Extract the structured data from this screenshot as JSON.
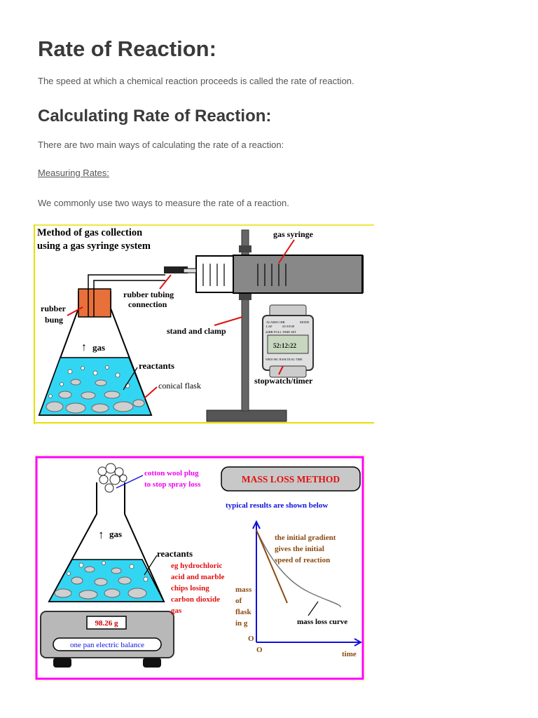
{
  "heading1": "Rate of Reaction:",
  "intro": "The speed at which a chemical reaction proceeds is called the rate of reaction.",
  "heading2": "Calculating Rate of Reaction:",
  "ways": "There are two main ways of calculating the rate of a reaction:",
  "measuring_rates": "Measuring Rates:",
  "common": "We commonly use two ways to measure the rate of a reaction.",
  "fig1": {
    "title_line1": "Method of gas collection",
    "title_line2": "using a gas syringe system",
    "gas_syringe": "gas syringe",
    "rubber_tubing": "rubber tubing",
    "connection": "connection",
    "rubber": "rubber",
    "bung": "bung",
    "gas": "gas",
    "stand_clamp": "stand and clamp",
    "reactants": "reactants",
    "conical_flask": "conical flask",
    "stopwatch": "stopwatch/timer",
    "watch_top1": "ALARM CHR",
    "watch_top2": "MODE",
    "watch_lap": "LAP",
    "watch_stst": "ST/STOP",
    "watch_display": "52:12:22",
    "watch_band": "24HR FULL TIME SET",
    "watch_bottom": "WR50 SEC BASE DUAL TIME"
  },
  "fig2": {
    "cotton_line1": "cotton wool plug",
    "cotton_line2": "to stop spray loss",
    "method_title": "MASS LOSS METHOD",
    "typical": "typical results are shown below",
    "gas": "gas",
    "reactants": "reactants",
    "eg1": "eg hydrochloric",
    "eg2": "acid and marble",
    "eg3": "chips losing",
    "eg4": "carbon dioxide",
    "eg5": "gas",
    "balance_reading": "98.26 g",
    "balance_label": "one pan electric balance",
    "grad1": "the initial gradient",
    "grad2": "gives the initial",
    "grad3": "speed of reaction",
    "mass1": "mass",
    "mass2": "of",
    "mass3": "flask",
    "mass4": "in g",
    "curve_label": "mass loss curve",
    "origin_y": "O",
    "origin_x": "O",
    "time": "time"
  },
  "colors": {
    "heading": "#3a3a3a",
    "body_text": "#555555",
    "liquid": "#33d6f2",
    "bung": "#e8703a",
    "fig2_border": "#ff00ff",
    "fig2_bg": "#ffffd8",
    "accent_red": "#e01010",
    "accent_blue": "#1010e0",
    "accent_magenta": "#ee00ee",
    "accent_brown": "#8a4a10"
  }
}
